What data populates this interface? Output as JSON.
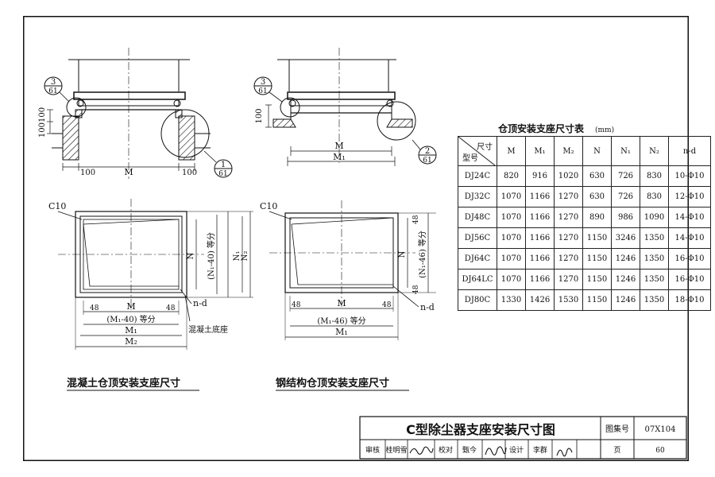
{
  "drawing": {
    "title": "C型除尘器支座安装尺寸图",
    "atlas_label": "图集号",
    "atlas_no": "07X104",
    "page_label": "页",
    "page_no": "60",
    "review_label": "审核",
    "reviewer": "桂明雪",
    "check_label": "校对",
    "checker": "甄今",
    "design_label": "设计",
    "designer": "李群"
  },
  "views": {
    "concrete_caption": "混凝土仓顶安装支座尺寸",
    "steel_caption": "钢结构仓顶安装支座尺寸",
    "detail_callouts": [
      {
        "num": "3",
        "den": "61"
      },
      {
        "num": "1",
        "den": "61"
      },
      {
        "num": "3",
        "den": "61"
      },
      {
        "num": "2",
        "den": "61"
      }
    ],
    "labels": {
      "d100100": "100100",
      "d100": "100",
      "M": "M",
      "M1": "M₁",
      "M2": "M₂",
      "N": "N",
      "N1": "N₁",
      "N2": "N₂",
      "C10": "C10",
      "nd": "n-d",
      "d48": "48",
      "m1_40": "(M₁-40) 等分",
      "m1_46": "(M₁-46) 等分",
      "n1_40": "(N₁-40) 等分",
      "n1_46": "(N₁-46) 等分",
      "base_note": "混凝土底座"
    }
  },
  "table": {
    "title": "仓顶安装支座尺寸表",
    "unit": "(mm)",
    "header_dim": "尺寸",
    "header_model": "型号",
    "columns": [
      "M",
      "M₁",
      "M₂",
      "N",
      "N₁",
      "N₂",
      "n-d"
    ],
    "rows": [
      [
        "DJ24C",
        "820",
        "916",
        "1020",
        "630",
        "726",
        "830",
        "10-Φ10"
      ],
      [
        "DJ32C",
        "1070",
        "1166",
        "1270",
        "630",
        "726",
        "830",
        "12-Φ10"
      ],
      [
        "DJ48C",
        "1070",
        "1166",
        "1270",
        "890",
        "986",
        "1090",
        "14-Φ10"
      ],
      [
        "DJ56C",
        "1070",
        "1166",
        "1270",
        "1150",
        "3246",
        "1350",
        "14-Φ10"
      ],
      [
        "DJ64C",
        "1070",
        "1166",
        "1270",
        "1150",
        "1246",
        "1350",
        "16-Φ10"
      ],
      [
        "DJ64LC",
        "1070",
        "1166",
        "1270",
        "1150",
        "1246",
        "1350",
        "16-Φ10"
      ],
      [
        "DJ80C",
        "1330",
        "1426",
        "1530",
        "1150",
        "1246",
        "1350",
        "18-Φ10"
      ]
    ]
  }
}
